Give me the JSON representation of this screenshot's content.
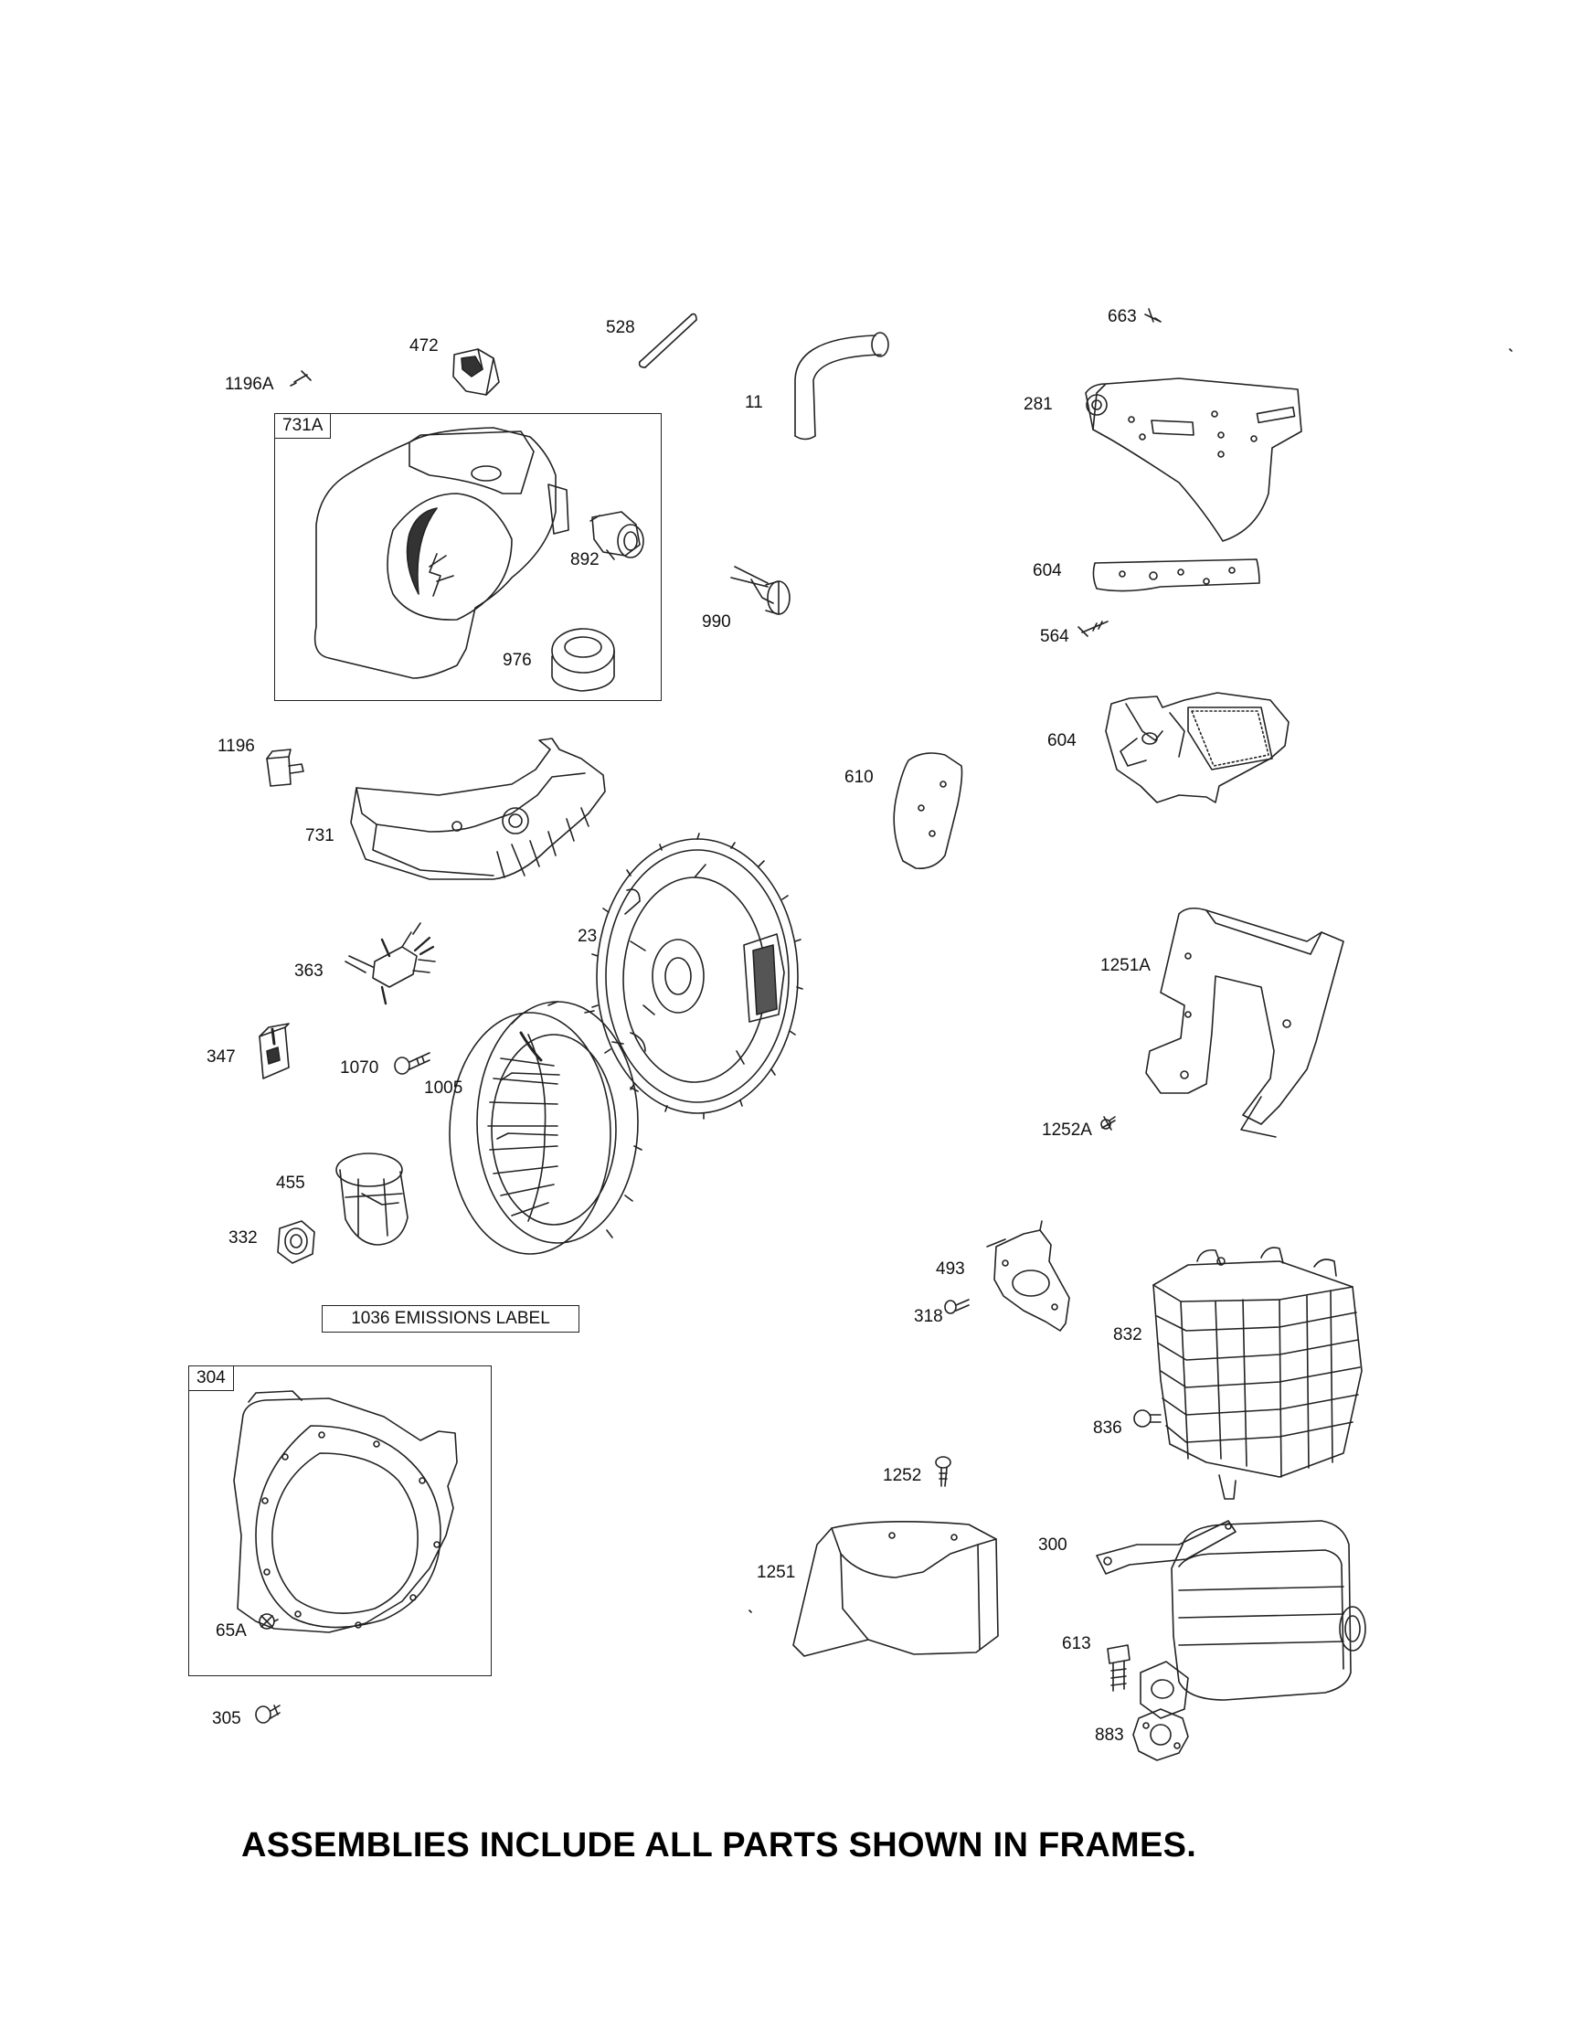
{
  "frames": {
    "f731a": "731A",
    "f304": "304"
  },
  "emissions_label": "1036 EMISSIONS LABEL",
  "labels": {
    "p1196a": "1196A",
    "p472": "472",
    "p528": "528",
    "p11": "11",
    "p663": "663",
    "p281": "281",
    "p892": "892",
    "p990": "990",
    "p976": "976",
    "p604a": "604",
    "p564": "564",
    "p604b": "604",
    "p1196": "1196",
    "p731": "731",
    "p610": "610",
    "p23": "23",
    "p363": "363",
    "p1251a": "1251A",
    "p347": "347",
    "p1070": "1070",
    "p1005": "1005",
    "p1252a": "1252A",
    "p455": "455",
    "p332": "332",
    "p493": "493",
    "p318": "318",
    "p832": "832",
    "p836": "836",
    "p1252": "1252",
    "p300": "300",
    "p1251": "1251",
    "p613": "613",
    "p65a": "65A",
    "p883": "883",
    "p305": "305"
  },
  "footer": "ASSEMBLIES INCLUDE ALL PARTS SHOWN IN FRAMES."
}
